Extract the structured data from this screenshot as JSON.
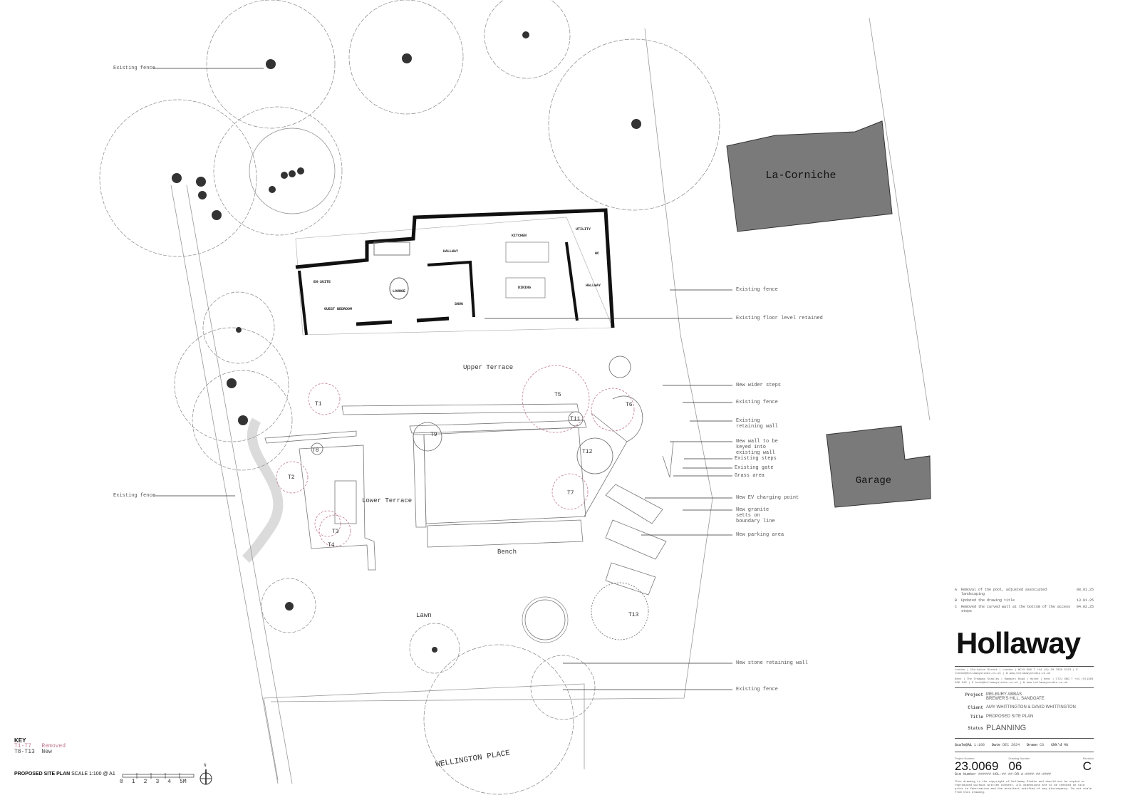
{
  "plan": {
    "buildings": {
      "neighbour": "La-Corniche",
      "garage": "Garage"
    },
    "rooms": [
      "EN-SUITE",
      "GUEST BEDROOM",
      "LOUNGE",
      "HALLWAY",
      "KITCHEN",
      "UTILITY",
      "WC",
      "HALLWAY",
      "DINING",
      "SNUG"
    ],
    "areas": {
      "upper_terrace": "Upper Terrace",
      "lower_terrace": "Lower Terrace",
      "bench": "Bench",
      "lawn": "Lawn",
      "road": "WELLINGTON PLACE"
    },
    "trees": [
      "T1",
      "T2",
      "T3",
      "T4",
      "T5",
      "T6",
      "T7",
      "T8",
      "T9",
      "T11",
      "T12",
      "T13"
    ],
    "colors": {
      "removed": "#c07a8e",
      "building": "#7a7a7a"
    }
  },
  "annotations": [
    "Existing fence",
    "Existing fence",
    "Existing fence",
    "Existing floor level retained",
    "New wider steps",
    "Existing fence",
    "Existing\nretaining wall",
    "New wall to be\nkeyed into\nexisting wall",
    "Existing steps",
    "Existing gate",
    "Grass  area",
    "New EV charging point",
    "New granite\nsetts on\nboundary line",
    "New parking area",
    "New stone retaining wall",
    "Existing fence"
  ],
  "key": {
    "heading": "KEY",
    "removed_range": "T1-T7",
    "removed_label": "Removed",
    "new_range": "T8-T13",
    "new_label": "New"
  },
  "drawing_title": {
    "name": "PROPOSED SITE PLAN",
    "scale": "SCALE 1:100 @ A1",
    "scale_ticks": [
      "0",
      "1",
      "2",
      "3",
      "4",
      "5M"
    ],
    "north": "N"
  },
  "title_block": {
    "revisions": [
      {
        "rev": "A",
        "text": "Removal of the pool, adjusted associated landscaping",
        "date": "08.01.25"
      },
      {
        "rev": "B",
        "text": "Updated the drawing title",
        "date": "13.01.25"
      },
      {
        "rev": "C",
        "text": "Removed the curved wall at the bottom of the access steps",
        "date": "04.02.25"
      }
    ],
    "logo": "Hollaway",
    "office_1": "London | 15a Acton Street | London | WC1X 9NG   T +44 (0) 20 7836 5323 | E london@hollawaystudio.co.uk | W www.hollawaystudio.co.uk",
    "office_2": "Kent | The Tramway Stables | Rampart Road | Hythe | Kent | CT21 5BG   T +44 (0)1303 260 515 | E kent@hollawaystudio.co.uk | W www.hollawaystudio.co.uk",
    "project_label": "Project",
    "project": "MELBURY ABBAS\nBREWER'S HILL, SANDGATE",
    "client_label": "Client",
    "client": "AMY WHITTINGTON & DAVID WHITTINGTON",
    "title_label": "Title",
    "title": "PROPOSED SITE PLAN",
    "status_label": "Status",
    "status": "PLANNING",
    "scale_label": "Scale@A1",
    "scale": "1:100",
    "date_label": "Date",
    "date": "DEC 2024",
    "drawn_label": "Drawn",
    "drawn": "CG",
    "checked_label": "Chk'd",
    "checked": "MW",
    "project_number_label": "Project Number",
    "project_number": "23.0069",
    "drawing_number_label": "Drawing Number",
    "drawing_number": "06",
    "revision_label": "Revision",
    "revision": "C",
    "bim_label": "Bim Number",
    "bim": "######-HOL-##-##-DR-A-####-##-####",
    "copyright": "This drawing is the copyright of Hollaway Studio and should not be copied or reproduced without written consent. All dimensions are to be checked on site prior to fabrication and the architect notified of any discrepancy. Do not scale from this drawing."
  }
}
